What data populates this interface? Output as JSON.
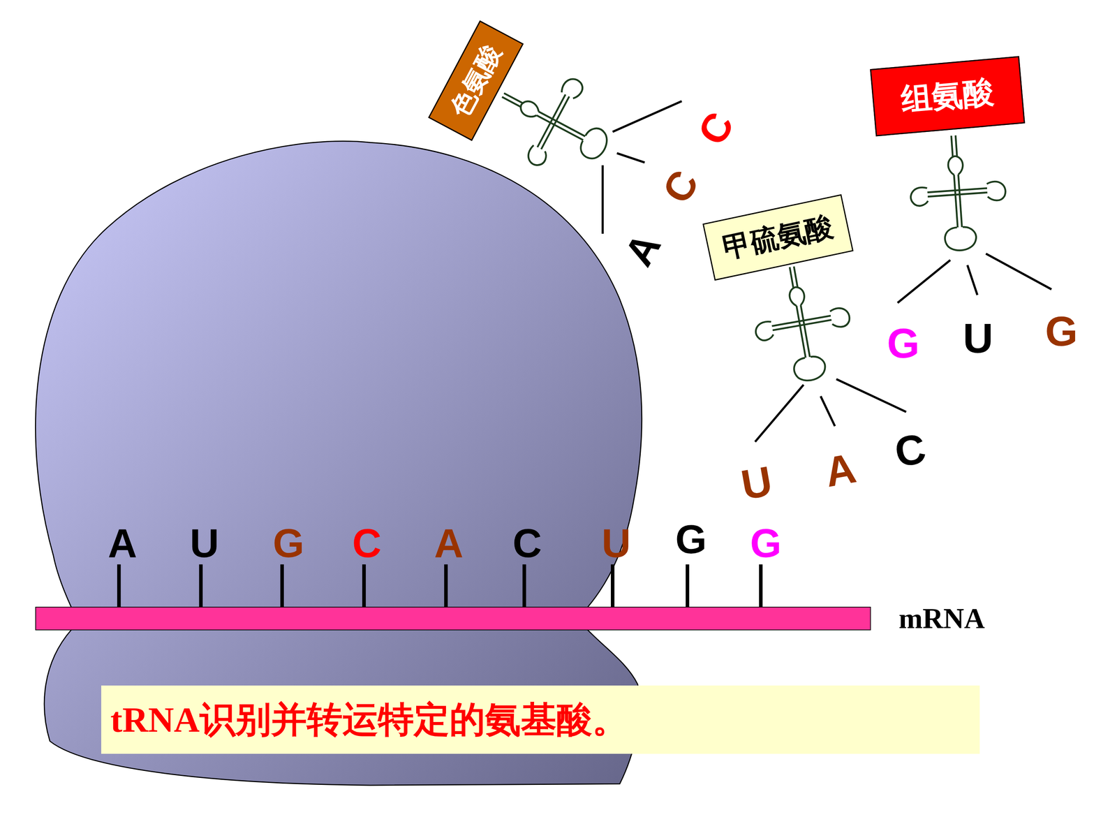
{
  "diagram": {
    "caption": "tRNA识别并转运特定的氨基酸。",
    "nodes": [
      {
        "text": [
          "色氨酸"
        ]
      },
      {
        "text": [
          "组氨酸"
        ]
      },
      {
        "text": [
          "甲硫氨酸"
        ]
      }
    ],
    "labels": [
      "A",
      "U",
      "G",
      "C",
      "A",
      "C",
      "U",
      "G",
      "G",
      "A",
      "C",
      "C",
      "U",
      "A",
      "C",
      "G",
      "U",
      "G",
      "mRNA"
    ]
  }
}
